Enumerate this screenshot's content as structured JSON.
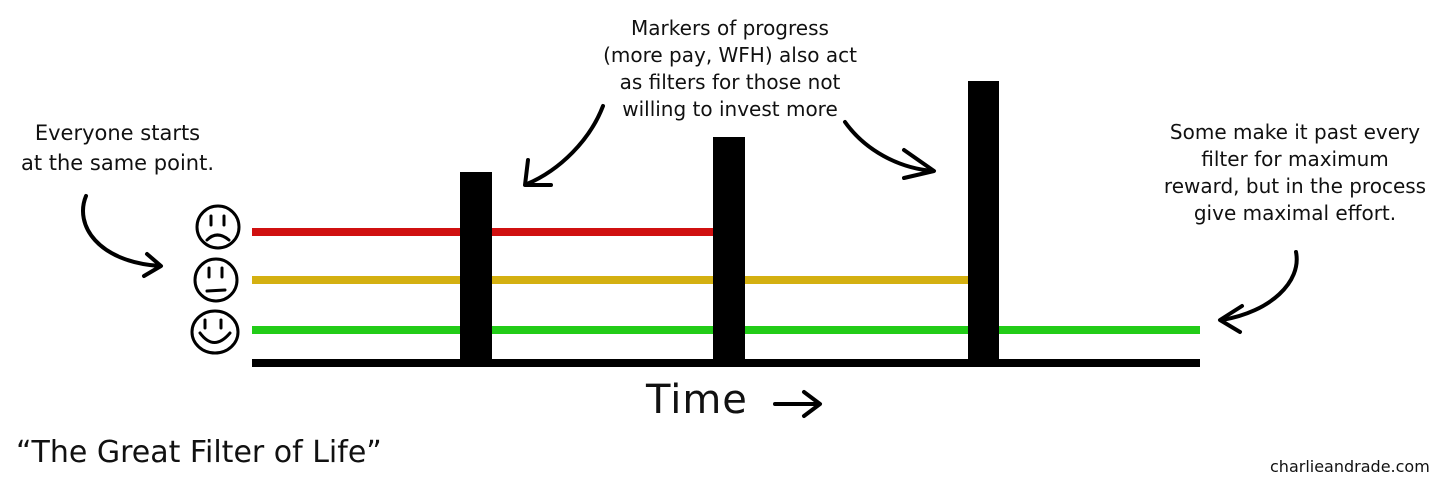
{
  "title": "“The Great Filter of Life”",
  "credit": "charlieandrade.com",
  "x_axis_label": "Time",
  "notes": {
    "progress": "Markers of progress\n(more pay, WFH) also act\nas filters for those not\nwilling to invest more",
    "start": "Everyone starts\nat the same point.",
    "end": "Some make it past every\nfilter for maximum\nreward, but in the process\ngive maximal effort."
  },
  "colors": {
    "line_sad": "#d01010",
    "line_neutral": "#d4b011",
    "line_happy": "#22cc18",
    "ink": "#000000"
  },
  "paths": [
    {
      "face": "sad-face-icon",
      "color": "#d01010",
      "passes_filters": 1
    },
    {
      "face": "neutral-face-icon",
      "color": "#d4b011",
      "passes_filters": 2
    },
    {
      "face": "happy-face-icon",
      "color": "#22cc18",
      "passes_filters": 3
    }
  ],
  "filters": [
    {
      "name": "filter-1",
      "relative_height": 1
    },
    {
      "name": "filter-2",
      "relative_height": 2
    },
    {
      "name": "filter-3",
      "relative_height": 3
    }
  ]
}
